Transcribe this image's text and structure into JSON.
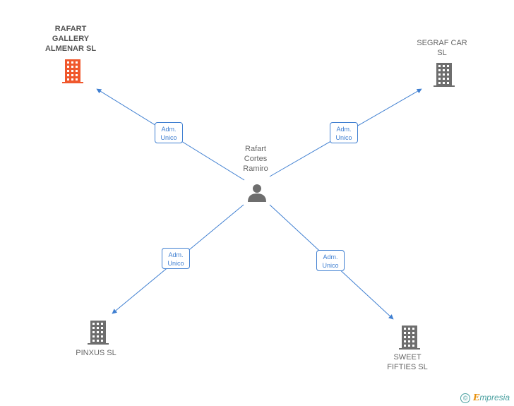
{
  "colors": {
    "edge": "#3f7fd1",
    "highlight_company": "#f0582d",
    "company": "#6e6e6e",
    "person": "#6e6e6e"
  },
  "center": {
    "icon": "person-icon",
    "name_lines": [
      "Rafart",
      "Cortes",
      "Ramiro"
    ]
  },
  "companies": [
    {
      "id": "rafart",
      "icon": "building-icon",
      "highlighted": true,
      "name_lines": [
        "RAFART",
        "GALLERY",
        "ALMENAR SL"
      ],
      "role_lines": [
        "Adm.",
        "Unico"
      ]
    },
    {
      "id": "segraf",
      "icon": "building-icon",
      "highlighted": false,
      "name_lines": [
        "SEGRAF CAR",
        "SL"
      ],
      "role_lines": [
        "Adm.",
        "Unico"
      ]
    },
    {
      "id": "pinxus",
      "icon": "building-icon",
      "highlighted": false,
      "name_lines": [
        "PINXUS SL"
      ],
      "role_lines": [
        "Adm.",
        "Unico"
      ]
    },
    {
      "id": "sweet",
      "icon": "building-icon",
      "highlighted": false,
      "name_lines": [
        "SWEET",
        "FIFTIES SL"
      ],
      "role_lines": [
        "Adm.",
        "Unico"
      ]
    }
  ],
  "footer": {
    "copyright_symbol": "©",
    "brand_initial": "E",
    "brand_rest": "mpresia"
  }
}
